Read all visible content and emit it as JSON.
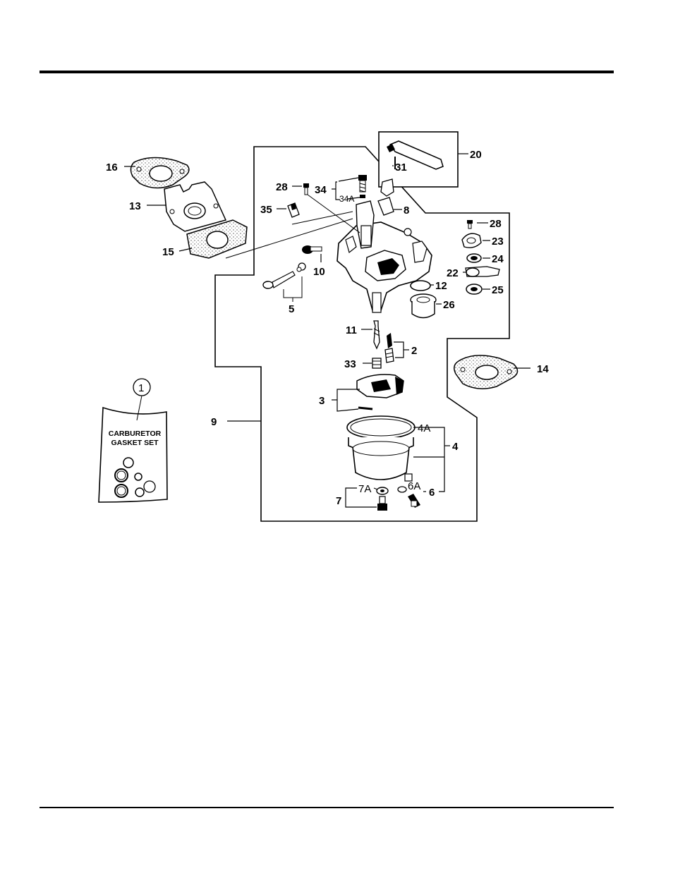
{
  "diagram": {
    "callouts": {
      "p1": "1",
      "p2": "2",
      "p3": "3",
      "p4": "4",
      "p4A": "4A",
      "p5": "5",
      "p6": "6",
      "p6A": "6A",
      "p7": "7",
      "p7A": "7A",
      "p8": "8",
      "p9": "9",
      "p10": "10",
      "p11": "11",
      "p12": "12",
      "p13": "13",
      "p14": "14",
      "p15": "15",
      "p16": "16",
      "p20": "20",
      "p22": "22",
      "p23": "23",
      "p24": "24",
      "p25": "25",
      "p26": "26",
      "p28a": "28",
      "p28b": "28",
      "p31": "31",
      "p33": "33",
      "p34": "34",
      "p34A": "34A",
      "p35": "35"
    },
    "kit_label_line1": "CARBURETOR",
    "kit_label_line2": "GASKET SET"
  }
}
